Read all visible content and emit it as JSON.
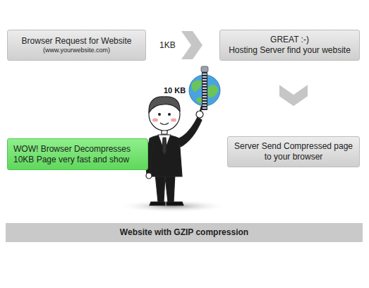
{
  "diagram": {
    "caption": "Website with GZIP compression",
    "nodes": [
      {
        "text": [
          "Browser Request for Website",
          "(www.yourwebsite.com)"
        ]
      },
      {
        "text": [
          "GREAT :-)",
          "Hosting Server find your website"
        ]
      },
      {
        "text": [
          "Server Send Compressed page to your browser"
        ]
      },
      {
        "text": [
          "WOW! Browser Decompresses 10KB Page very fast and show"
        ]
      },
      {
        "text": [
          "Website with GZIP compression"
        ]
      }
    ],
    "edges": [
      {
        "from": 0,
        "to": 1,
        "arrow": "to",
        "label": "1KB"
      },
      {
        "from": 1,
        "to": 2,
        "arrow": "to"
      }
    ],
    "labels": [
      "10 KB"
    ]
  }
}
